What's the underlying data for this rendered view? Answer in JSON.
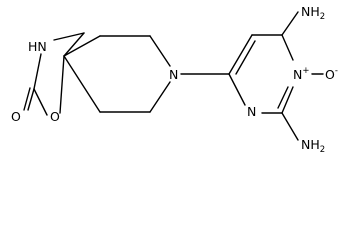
{
  "labels": {
    "nh2_top": "NH",
    "nh2_top_sub": "2",
    "nh2_bottom": "NH",
    "nh2_bottom_sub": "2",
    "n_oxide": "N",
    "n_oxide_charge": "+",
    "oxide_o": "O",
    "oxide_charge": "-",
    "ring_n": "N",
    "piperidine_n": "N",
    "nh": "HN",
    "carbonyl_o": "O",
    "ring_o": "O"
  }
}
